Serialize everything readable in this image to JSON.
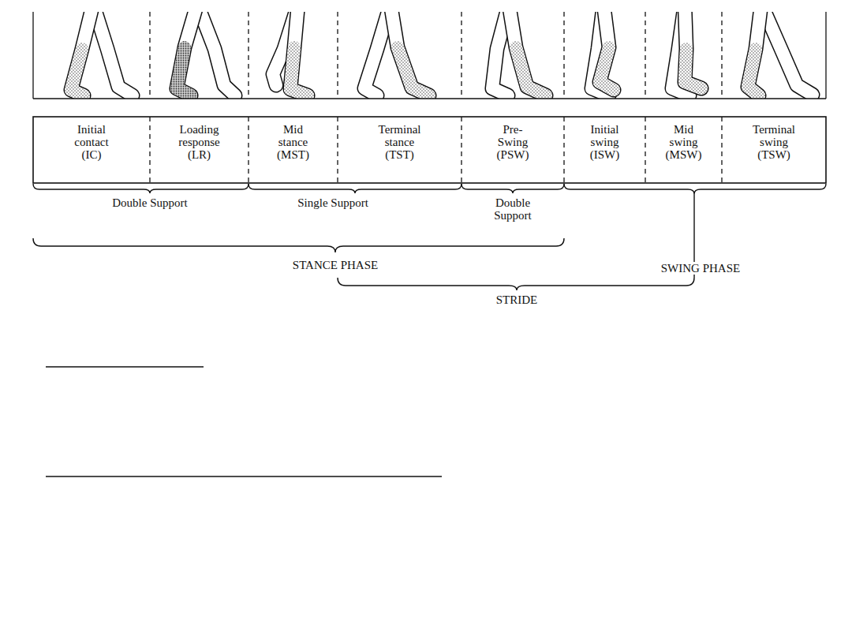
{
  "diagram": {
    "nodes": [
      {
        "text": [
          "Initial contact (IC)"
        ]
      },
      {
        "text": [
          "Loading response (LR)"
        ]
      },
      {
        "text": [
          "Mid stance (MST)"
        ]
      },
      {
        "text": [
          "Terminal stance (TST)"
        ]
      },
      {
        "text": [
          "Pre-Swing (PSW)"
        ]
      },
      {
        "text": [
          "Initial swing (ISW)"
        ]
      },
      {
        "text": [
          "Mid swing (MSW)"
        ]
      },
      {
        "text": [
          "Terminal swing (TSW)"
        ]
      }
    ],
    "labels": [
      "Double Support",
      "Single Support",
      "Double Support",
      "STANCE PHASE",
      "SWING PHASE",
      "STRIDE"
    ]
  }
}
